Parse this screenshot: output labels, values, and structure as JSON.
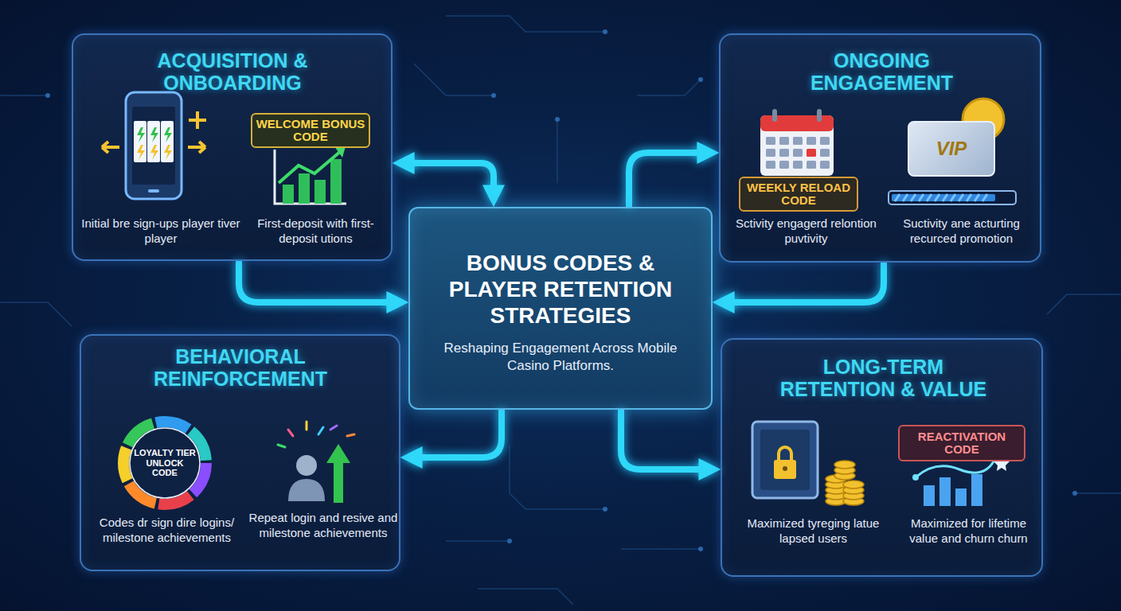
{
  "diagram": {
    "nodes": [
      {
        "text": [
          "ACQUISITION & ONBOARDING",
          "Initial bre sign-ups player tiver player",
          "First-deposit with first-deposit utions"
        ]
      },
      {
        "text": [
          "WELCOME BONUS CODE"
        ],
        "in": 0
      },
      {
        "text": [
          "ONGOING ENGAGEMENT",
          "Sctivity engagerd relontion puvtivity",
          "Suctivity ane acturting recurced promotion"
        ]
      },
      {
        "text": [
          "WEEKLY RELOAD CODE"
        ],
        "in": 2
      },
      {
        "text": [
          "VIP"
        ],
        "in": 2
      },
      {
        "text": [
          "BONUS CODES & PLAYER RETENTION STRATEGIES",
          "Reshaping Engagement Across Mobile Casino Platforms."
        ]
      },
      {
        "text": [
          "BEHAVIORAL REINFORCEMENT",
          "Codes dr sign dire logins/ milestone achievements",
          "Repeat login and resive and milestone achievements"
        ]
      },
      {
        "text": [
          "LOYALTY TIER UNLOCK CODE"
        ],
        "in": 6
      },
      {
        "text": [
          "LONG-TERM RETENTION & VALUE",
          "Maximized tyreging latue lapsed users",
          "Maximized for lifetime value and churn churn"
        ]
      },
      {
        "text": [
          "REACTIVATION CODE"
        ],
        "in": 8
      }
    ],
    "edges": [
      {
        "from": 0,
        "to": 5,
        "arrow": "both"
      },
      {
        "from": 5,
        "to": 2,
        "arrow": "to"
      },
      {
        "from": 0,
        "to": 5,
        "arrow": "to"
      },
      {
        "from": 2,
        "to": 5,
        "arrow": "to"
      },
      {
        "from": 5,
        "to": 6,
        "arrow": "to"
      },
      {
        "from": 5,
        "to": 8,
        "arrow": "to"
      }
    ]
  }
}
